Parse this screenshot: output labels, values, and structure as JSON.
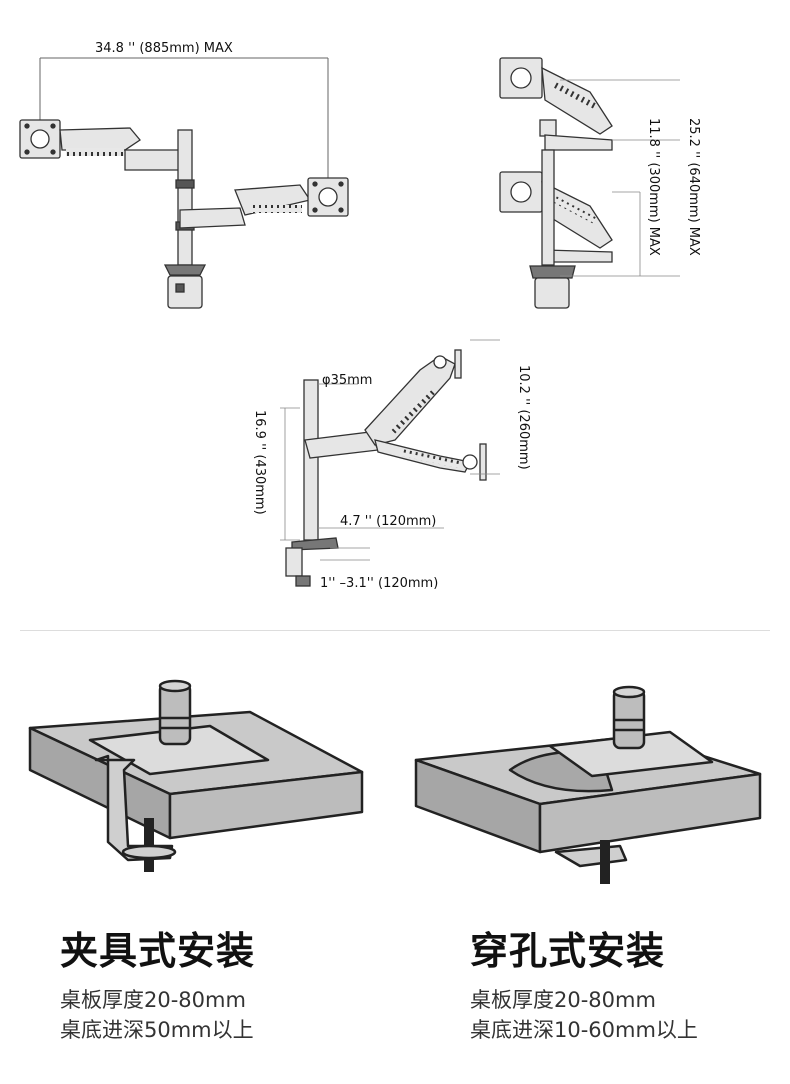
{
  "dimensions": {
    "max_span": "34.8 '' (885mm) MAX",
    "height_max": "25.2 '' (640mm) MAX",
    "gap_max": "11.8 '' (300mm) MAX",
    "pole_diameter": "φ35mm",
    "pole_height": "16.9 '' (430mm)",
    "arm_vertical": "10.2 '' (260mm)",
    "base_offset": "4.7 '' (120mm)",
    "clamp_range": "1'' –3.1'' (120mm)"
  },
  "install": {
    "clamp": {
      "title": "夹具式安装",
      "line1": "桌板厚度20-80mm",
      "line2": "桌底进深50mm以上"
    },
    "grommet": {
      "title": "穿孔式安装",
      "line1": "桌板厚度20-80mm",
      "line2": "桌底进深10-60mm以上"
    }
  }
}
